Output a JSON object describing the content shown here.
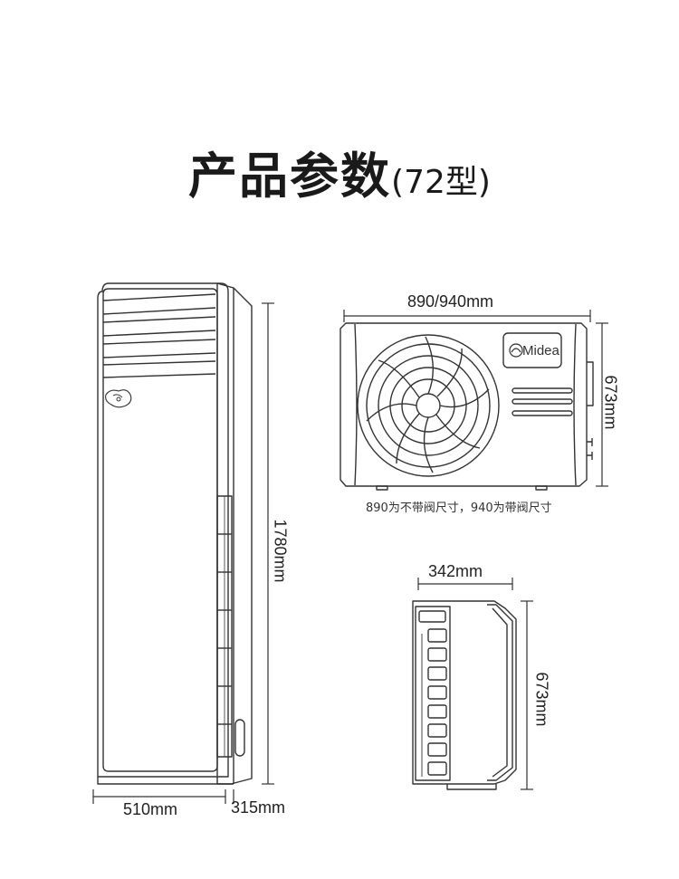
{
  "title": {
    "main": "产品参数",
    "sub": "(72型)"
  },
  "indoor_unit": {
    "height_label": "1780mm",
    "width_label": "510mm",
    "depth_label": "315mm"
  },
  "outdoor_unit_front": {
    "width_label": "890/940mm",
    "height_label": "673mm",
    "brand_logo": "Midea",
    "note": "890为不带阀尺寸，940为带阀尺寸"
  },
  "outdoor_unit_side": {
    "depth_label": "342mm",
    "height_label": "673mm"
  },
  "colors": {
    "line": "#333333",
    "text": "#222222",
    "background": "#ffffff"
  }
}
